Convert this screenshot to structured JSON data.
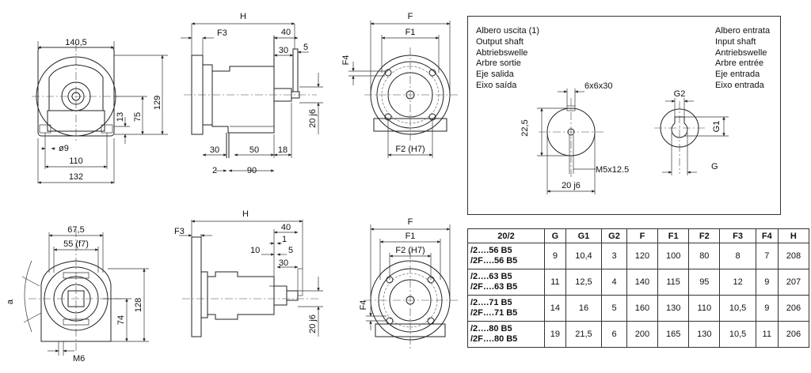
{
  "views": {
    "front_top": {
      "width_label": "140,5",
      "height_label": "129",
      "dim_75": "75",
      "dim_13": "13",
      "hole_label": "ø9",
      "base_inner": "110",
      "base_outer": "132"
    },
    "side_top": {
      "overall_label": "H",
      "flange_label": "F3",
      "dim_40": "40",
      "dim_30": "30",
      "dim_5": "5",
      "shaft_label": "20 j6",
      "dim_30b": "30",
      "dim_50": "50",
      "dim_18": "18",
      "dim_2": "2",
      "dim_90": "90"
    },
    "flange_top": {
      "outer_label": "F",
      "inner_label": "F1",
      "spigot_label": "F2 (H7)",
      "thickness_label": "F4"
    },
    "front_bottom": {
      "width_label": "67,5",
      "spigot_label": "55 (f7)",
      "angle_label": "a",
      "height_label": "128",
      "dim_74": "74",
      "thread_label": "M6"
    },
    "side_bottom": {
      "overall_label": "H",
      "flange_label": "F3",
      "dim_40": "40",
      "dim_1": "1",
      "dim_10": "10",
      "dim_5": "5",
      "dim_30": "30",
      "shaft_label": "20 j6"
    },
    "flange_bottom": {
      "outer_label": "F",
      "inner_label": "F1",
      "spigot_label": "F2 (H7)",
      "thickness_label": "F4"
    }
  },
  "shaft_details": {
    "output_names": [
      "Albero uscita (1)",
      "Output shaft",
      "Abtriebswelle",
      "Arbre sortie",
      "Eje salida",
      "Eixo saída"
    ],
    "input_names": [
      "Albero entrata",
      "Input shaft",
      "Antriebswelle",
      "Arbre entrée",
      "Eje entrada",
      "Eixo entrada"
    ],
    "key_label": "6x6x30",
    "height_label": "22,5",
    "thread_label": "M5x12.5",
    "diameter_label": "20 j6",
    "g2_label": "G2",
    "g1_label": "G1",
    "g_label": "G"
  },
  "table": {
    "columns": [
      "20/2",
      "G",
      "G1",
      "G2",
      "F",
      "F1",
      "F2",
      "F3",
      "F4",
      "H"
    ],
    "rows": [
      {
        "variant": [
          "/2….56 B5",
          "/2F….56 B5"
        ],
        "values": [
          "9",
          "10,4",
          "3",
          "120",
          "100",
          "80",
          "8",
          "7",
          "208"
        ]
      },
      {
        "variant": [
          "/2….63 B5",
          "/2F….63 B5"
        ],
        "values": [
          "11",
          "12,5",
          "4",
          "140",
          "115",
          "95",
          "12",
          "9",
          "207"
        ]
      },
      {
        "variant": [
          "/2….71 B5",
          "/2F….71 B5"
        ],
        "values": [
          "14",
          "16",
          "5",
          "160",
          "130",
          "110",
          "10,5",
          "9",
          "206"
        ]
      },
      {
        "variant": [
          "/2….80 B5",
          "/2F….80 B5"
        ],
        "values": [
          "19",
          "21,5",
          "6",
          "200",
          "165",
          "130",
          "10,5",
          "11",
          "206"
        ]
      }
    ]
  }
}
